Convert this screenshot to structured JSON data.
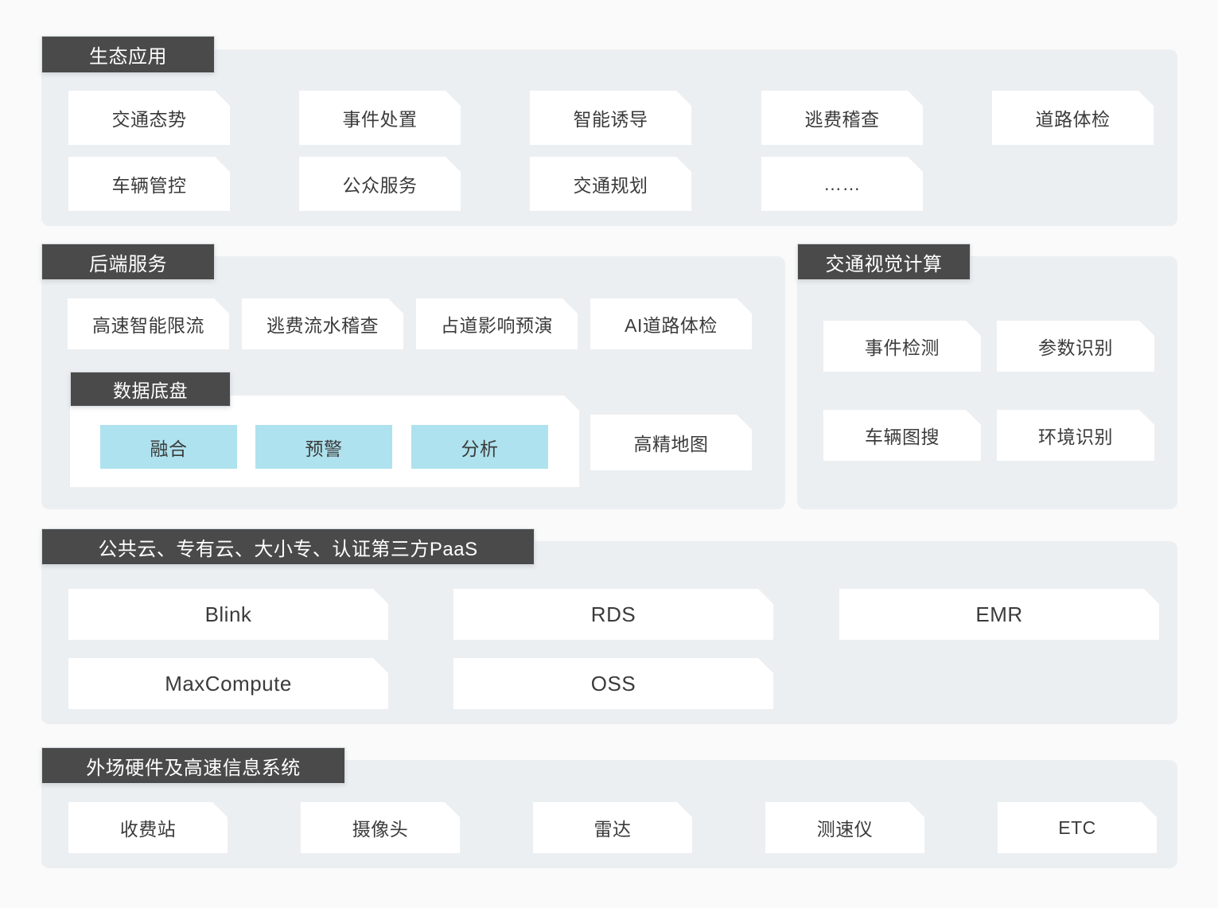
{
  "meta": {
    "page_title": "高速公路智慧交通技术架构图",
    "colors": {
      "page_background": "#FAFAFA",
      "panel_background": "#ECEFF2",
      "badge_background": "#4A4A4A",
      "card_background": "#FFFFFF",
      "chip_accent": "#AEE2EE",
      "text_primary": "#3B3B3B",
      "text_inverse": "#FFFFFF"
    }
  },
  "sections": [
    {
      "id": "ecosystem-apps",
      "header": "生态应用",
      "rows": [
        [
          "交通态势",
          "事件处置",
          "智能诱导",
          "逃费稽查",
          "道路体检"
        ],
        [
          "车辆管控",
          "公众服务",
          "交通规划",
          "……"
        ]
      ]
    },
    {
      "id": "backend-services",
      "header": "后端服务",
      "service_cards": [
        "高速智能限流",
        "逃费流水稽查",
        "占道影响预演",
        "AI道路体检"
      ],
      "data_platform": {
        "header": "数据底盘",
        "chips": [
          "融合",
          "预警",
          "分析"
        ]
      },
      "side_card": "高精地图"
    },
    {
      "id": "traffic-vision-computing",
      "header": "交通视觉计算",
      "rows": [
        [
          "事件检测",
          "参数识别"
        ],
        [
          "车辆图搜",
          "环境识别"
        ]
      ]
    },
    {
      "id": "cloud-paas",
      "header": "公共云、专有云、大小专、认证第三方PaaS",
      "rows": [
        [
          "Blink",
          "RDS",
          "EMR"
        ],
        [
          "MaxCompute",
          "OSS"
        ]
      ]
    },
    {
      "id": "field-hardware",
      "header": "外场硬件及高速信息系统",
      "rows": [
        [
          "收费站",
          "摄像头",
          "雷达",
          "测速仪",
          "ETC"
        ]
      ]
    }
  ]
}
